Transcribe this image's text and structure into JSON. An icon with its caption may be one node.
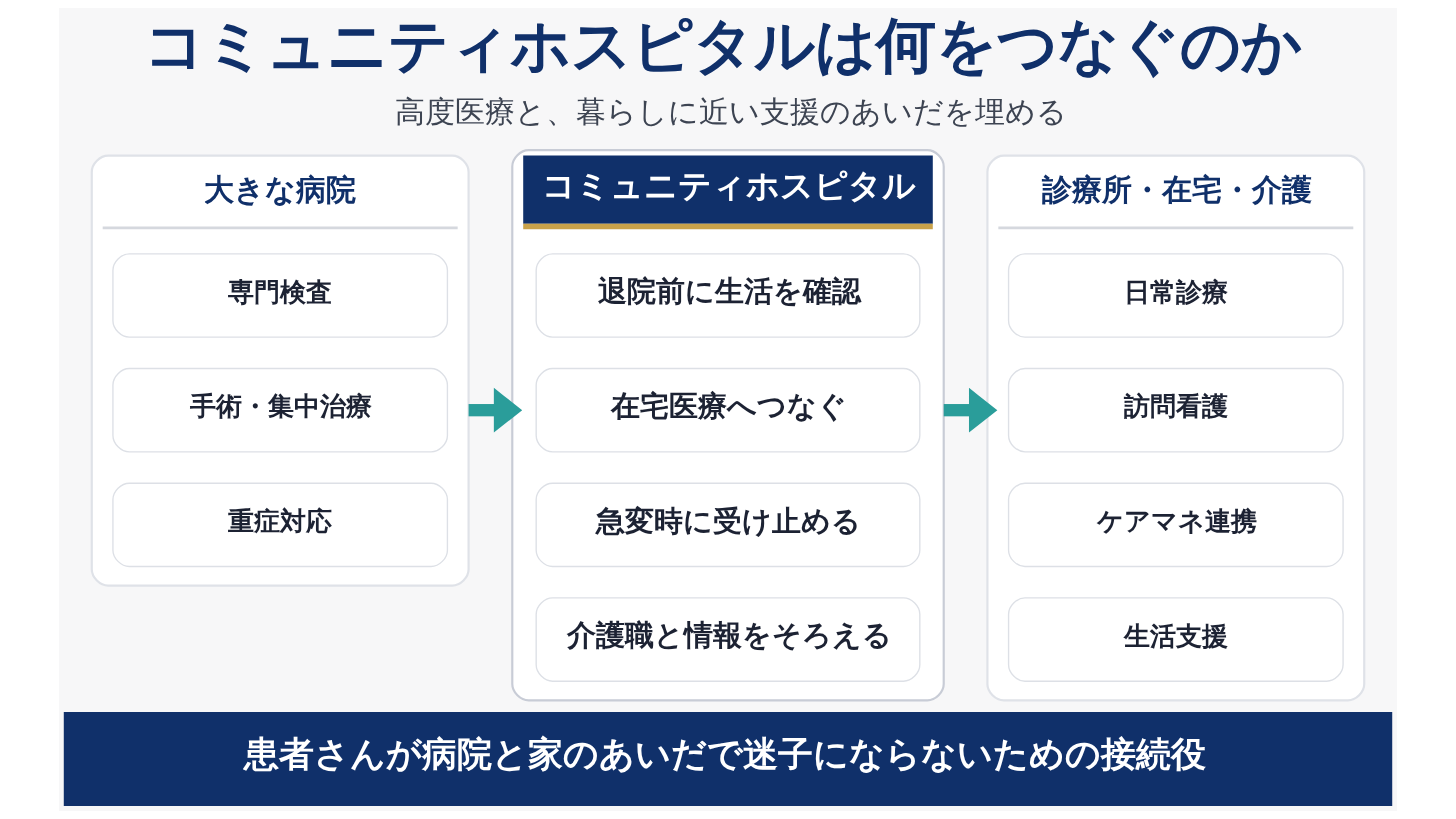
{
  "diagram": {
    "title": "コミュニティホスピタルは何をつなぐのか",
    "nodes": [
      {
        "text": [
          "大きな病院"
        ]
      },
      {
        "text": [
          "専門検査"
        ],
        "in": 0
      },
      {
        "text": [
          "手術・集中治療"
        ],
        "in": 0
      },
      {
        "text": [
          "重症対応"
        ],
        "in": 0
      },
      {
        "text": [
          "コミュニティホスピタル"
        ]
      },
      {
        "text": [
          "退院前に生活を確認"
        ],
        "in": 4
      },
      {
        "text": [
          "在宅医療へつなぐ"
        ],
        "in": 4
      },
      {
        "text": [
          "急変時に受け止める"
        ],
        "in": 4
      },
      {
        "text": [
          "介護職と情報をそろえる"
        ],
        "in": 4
      },
      {
        "text": [
          "診療所・在宅・介護"
        ]
      },
      {
        "text": [
          "日常診療"
        ],
        "in": 9
      },
      {
        "text": [
          "訪問看護"
        ],
        "in": 9
      },
      {
        "text": [
          "ケアマネ連携"
        ],
        "in": 9
      },
      {
        "text": [
          "生活支援"
        ],
        "in": 9
      },
      {
        "text": [
          "患者さんが病院と家のあいだで迷子にならないための接続役"
        ]
      }
    ],
    "edges": [
      {
        "from": 0,
        "to": 4,
        "arrow": "to"
      },
      {
        "from": 4,
        "to": 9,
        "arrow": "to"
      }
    ],
    "labels": [
      "高度医療と、暮らしに近い支援のあいだを埋める"
    ]
  }
}
